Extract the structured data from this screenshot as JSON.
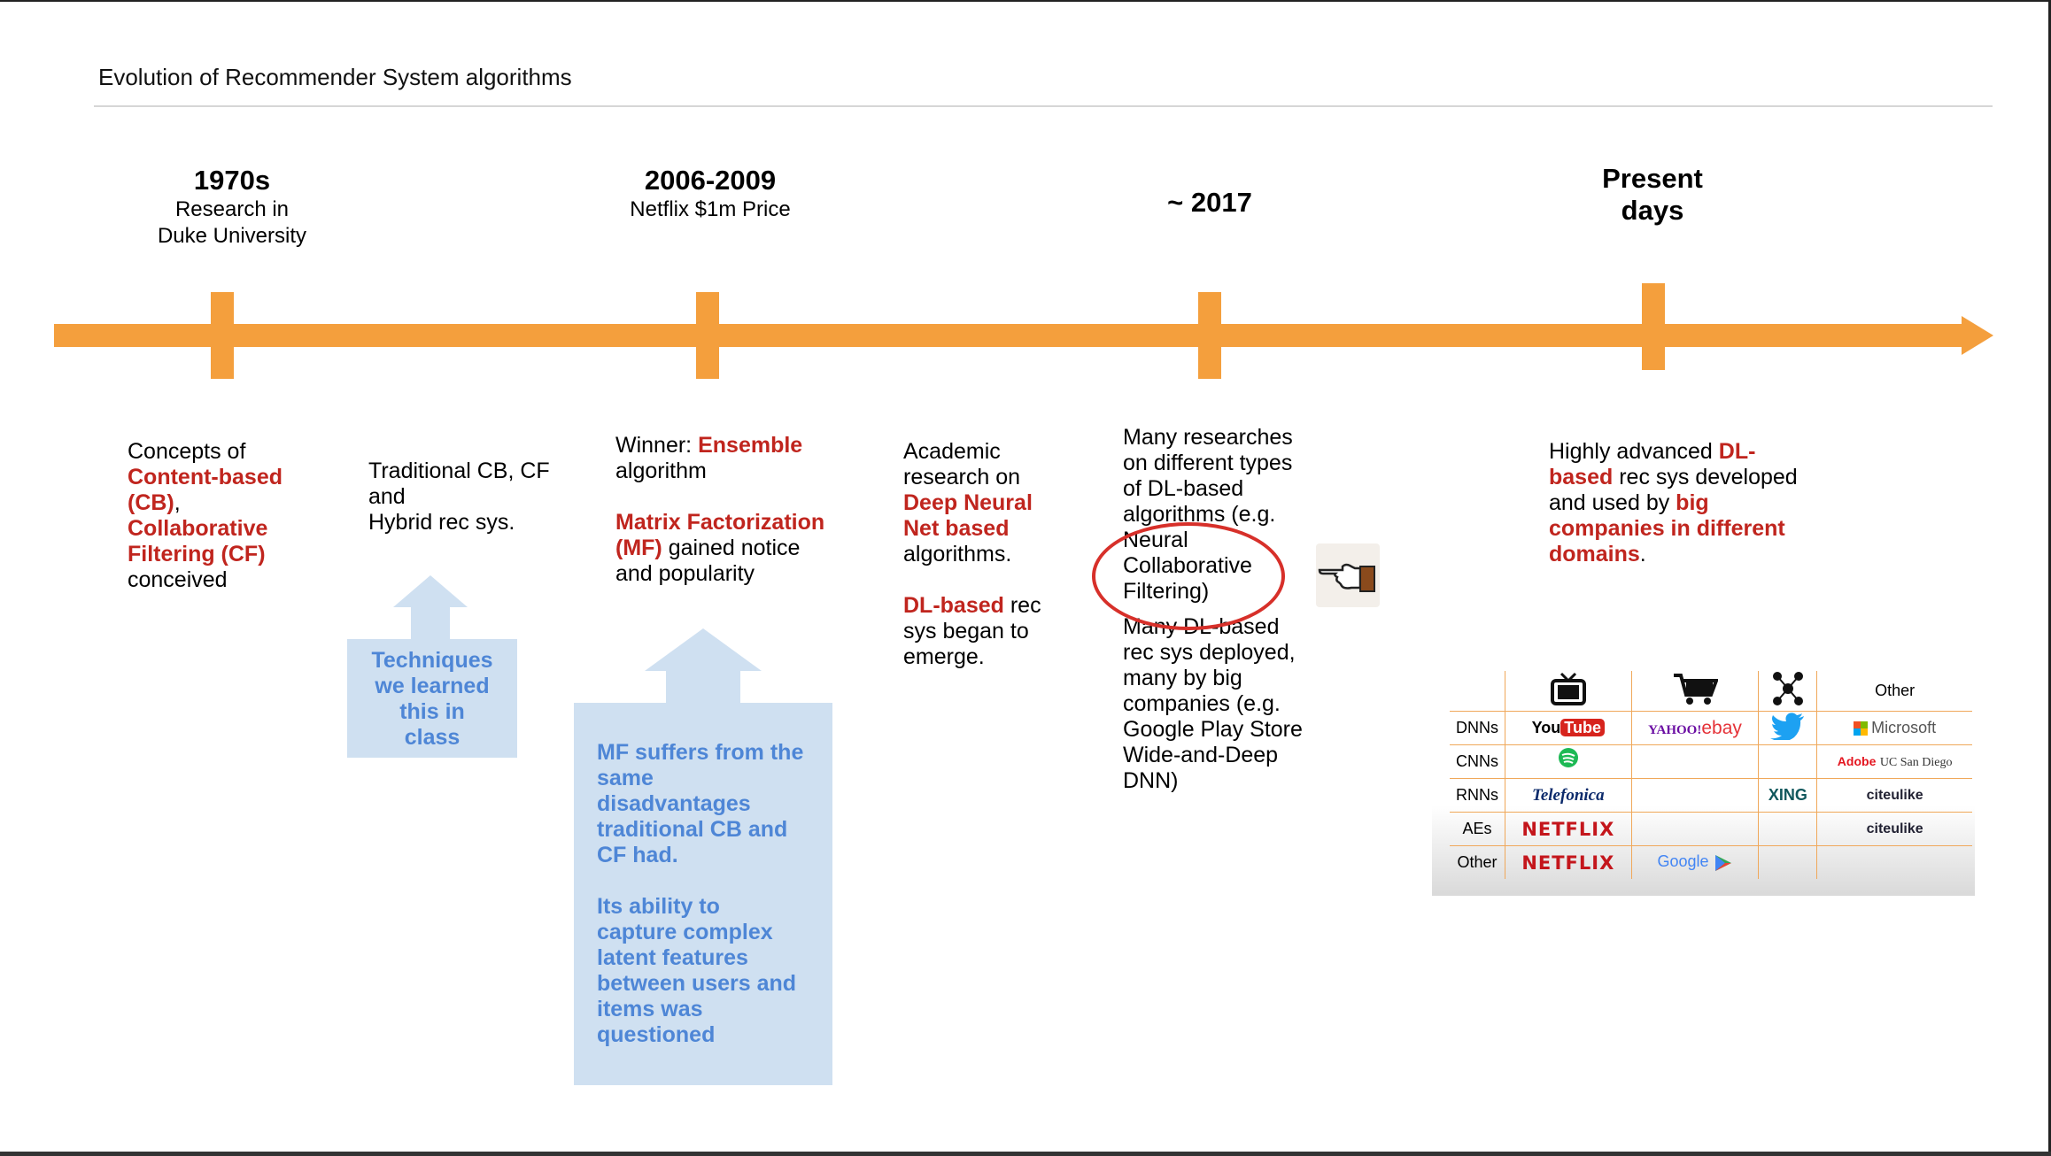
{
  "title": "Evolution of Recommender System algorithms",
  "eras": [
    {
      "year": "1970s",
      "sub1": "Research in",
      "sub2": "Duke University"
    },
    {
      "year": "2006-2009",
      "sub1": "Netflix $1m Price"
    },
    {
      "year": "~ 2017"
    },
    {
      "year": "Present",
      "year2": "days"
    }
  ],
  "col1": {
    "l1": "Concepts of",
    "r1": "Content-based",
    "r2": "(CB)",
    "comma": ",",
    "r3": "Collaborative",
    "r4": "Filtering (CF)",
    "l2": "conceived"
  },
  "col2": {
    "l1": "Traditional CB, CF",
    "l2": "and",
    "l3": "Hybrid rec sys."
  },
  "callout1": {
    "l1": "Techniques",
    "l2": "we learned",
    "l3": "this in",
    "l4": "class"
  },
  "col3": {
    "winner": "Winner: ",
    "ensemble": "Ensemble",
    "algorithm": "algorithm",
    "mf1": "Matrix Factorization",
    "mf2": "(MF)",
    "mf_rest": " gained notice",
    "mf3": "and popularity"
  },
  "callout2": {
    "p1": [
      "MF suffers from the",
      "same",
      "disadvantages",
      "traditional CB and",
      "CF had."
    ],
    "p2": [
      "Its ability to",
      "capture complex",
      "latent features",
      "between users and",
      "items was",
      "questioned"
    ]
  },
  "col4": {
    "l1": "Academic",
    "l2": "research on",
    "r1": "Deep Neural",
    "r2": "Net based",
    "l3": "algorithms.",
    "r3": "DL-based",
    "l4": " rec",
    "l5": "sys began to",
    "l6": "emerge."
  },
  "col5": {
    "p1": [
      "Many researches",
      "on different types",
      "of DL-based",
      "algorithms (e.g.",
      "Neural",
      "Collaborative",
      "Filtering)"
    ],
    "p2": [
      "Many DL-based",
      "rec sys deployed,",
      "many by big",
      "companies (e.g.",
      "Google Play Store",
      "Wide-and-Deep",
      "DNN)"
    ]
  },
  "col6": {
    "l1": "Highly advanced  ",
    "r1": "DL-",
    "r2": "based",
    "l2": " rec sys developed",
    "l3": "and used by ",
    "r3": "big",
    "r4": "companies in different",
    "r5": "domains",
    "dot": "."
  },
  "table": {
    "header_other": "Other",
    "rows": [
      "DNNs",
      "CNNs",
      "RNNs",
      "AEs",
      "Other"
    ],
    "logos": {
      "youtube_a": "You",
      "youtube_b": "Tube",
      "yahoo": "YAHOO!",
      "ebay": "ebay",
      "microsoft": "Microsoft",
      "telefonica": "Telefonica",
      "xing": "XING",
      "citeulike": "citeulike",
      "netflix": "NETFLIX",
      "google": "Google",
      "adobe": "Adobe",
      "ucsd": "UC San Diego"
    }
  },
  "colors": {
    "timeline": "#f49f3d",
    "accent_red": "#c0251e",
    "callout_bg": "#cfe0f1",
    "callout_text": "#4e86d6"
  }
}
